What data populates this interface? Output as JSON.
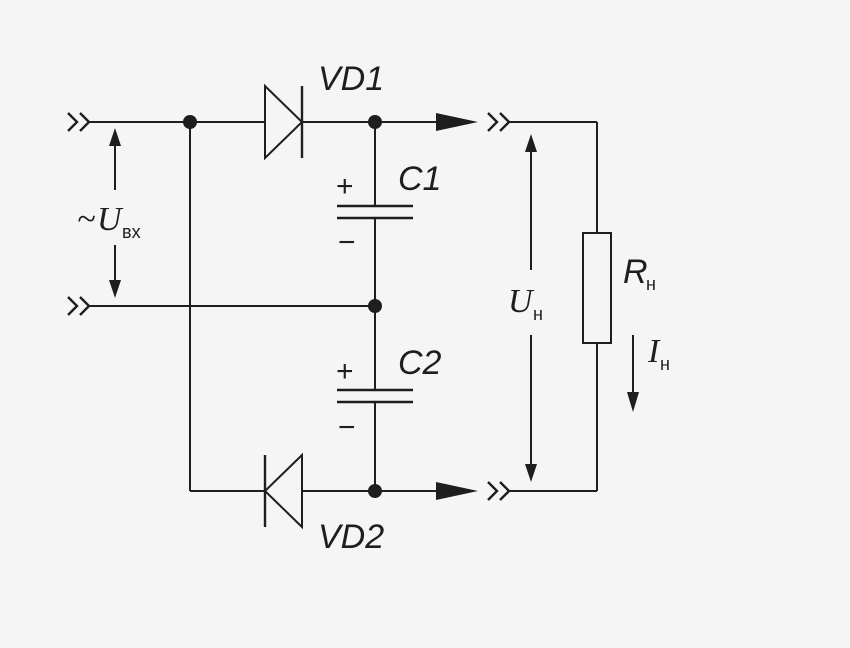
{
  "diagram": {
    "background": "#f5f5f5",
    "stroke_color": "#1e1e1e",
    "components": {
      "vd1": {
        "label": "VD1"
      },
      "vd2": {
        "label": "VD2"
      },
      "c1": {
        "label": "C1",
        "plus": "+",
        "minus": "−"
      },
      "c2": {
        "label": "C2",
        "plus": "+",
        "minus": "−"
      },
      "rn": {
        "symbol": "R",
        "subscript": "н"
      }
    },
    "quantities": {
      "u_in": {
        "prefix": "~",
        "symbol": "U",
        "subscript": "вх"
      },
      "u_load": {
        "symbol": "U",
        "subscript": "н"
      },
      "i_load": {
        "symbol": "I",
        "subscript": "н"
      }
    }
  }
}
